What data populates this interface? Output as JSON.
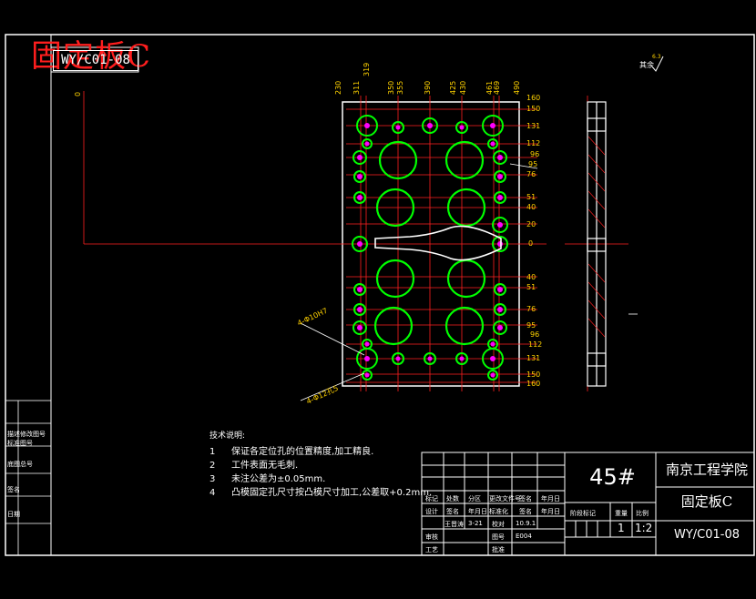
{
  "title": "固定板C",
  "drawing_code": "WY/C01-08",
  "roughness_label": "其余",
  "roughness_value": "6.3",
  "material": "45#",
  "school": "南京工程学院",
  "part_name": "固定板C",
  "scale": "1:2",
  "quantity": "1",
  "notes": {
    "heading": "技术说明:",
    "items": [
      {
        "n": "1",
        "text": "保证各定位孔的位置精度,加工精良."
      },
      {
        "n": "2",
        "text": "工件表面无毛刺."
      },
      {
        "n": "3",
        "text": "未注公差为±0.05mm."
      },
      {
        "n": "4",
        "text": "凸模固定孔尺寸按凸模尺寸加工,公差取+0.2mm."
      }
    ]
  },
  "top_dims": [
    "230",
    "319",
    "311",
    "350",
    "355",
    "390",
    "425",
    "430",
    "461",
    "469",
    "490",
    "160"
  ],
  "right_dims": [
    "150",
    "131",
    "112",
    "96",
    "95",
    "76",
    "51",
    "40",
    "20",
    "0",
    "40",
    "51",
    "76",
    "95",
    "96",
    "112",
    "131",
    "150",
    "160"
  ],
  "hole_labels": [
    "4-Φ10H7",
    "4-Φ12孔5"
  ],
  "left_table_labels": [
    "描述修改图号",
    "标准图号",
    "底图总号",
    "签名",
    "日期"
  ],
  "title_block": {
    "row1": [
      "标记",
      "处数",
      "分区",
      "更改文件号",
      "签名",
      "年月日"
    ],
    "row2": [
      "设计",
      "签名",
      "年月日",
      "标准化",
      "签名",
      "年月日"
    ],
    "row3": [
      "王晋涛",
      "3-21",
      "校对",
      "10.9.1"
    ],
    "row4": [
      "审核",
      "",
      "",
      "图号",
      "E004"
    ],
    "row5": [
      "工艺",
      "",
      "",
      "批准"
    ],
    "stage_labels": [
      "阶段标记",
      "重量",
      "比例"
    ]
  },
  "zero_label": "0"
}
